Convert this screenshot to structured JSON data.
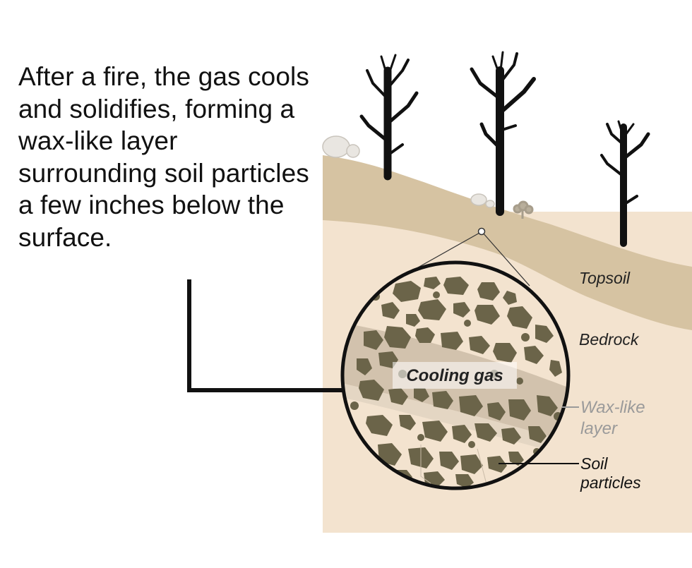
{
  "caption": "After a fire, the gas cools and solidifies, forming a wax-like layer surrounding soil particles a few inches below the surface.",
  "labels": {
    "topsoil": "Topsoil",
    "bedrock": "Bedrock",
    "cooling_gas": "Cooling gas",
    "wax_layer_line1": "Wax-like",
    "wax_layer_line2": "layer",
    "soil_particles_line1": "Soil",
    "soil_particles_line2": "particles"
  },
  "colors": {
    "topsoil": "#d6c3a2",
    "bedrock": "#f3e3cf",
    "particles": "#6b6449",
    "wax_band": "#d2c2ad",
    "wax_label": "#9a9a9a",
    "tree": "#111111"
  }
}
